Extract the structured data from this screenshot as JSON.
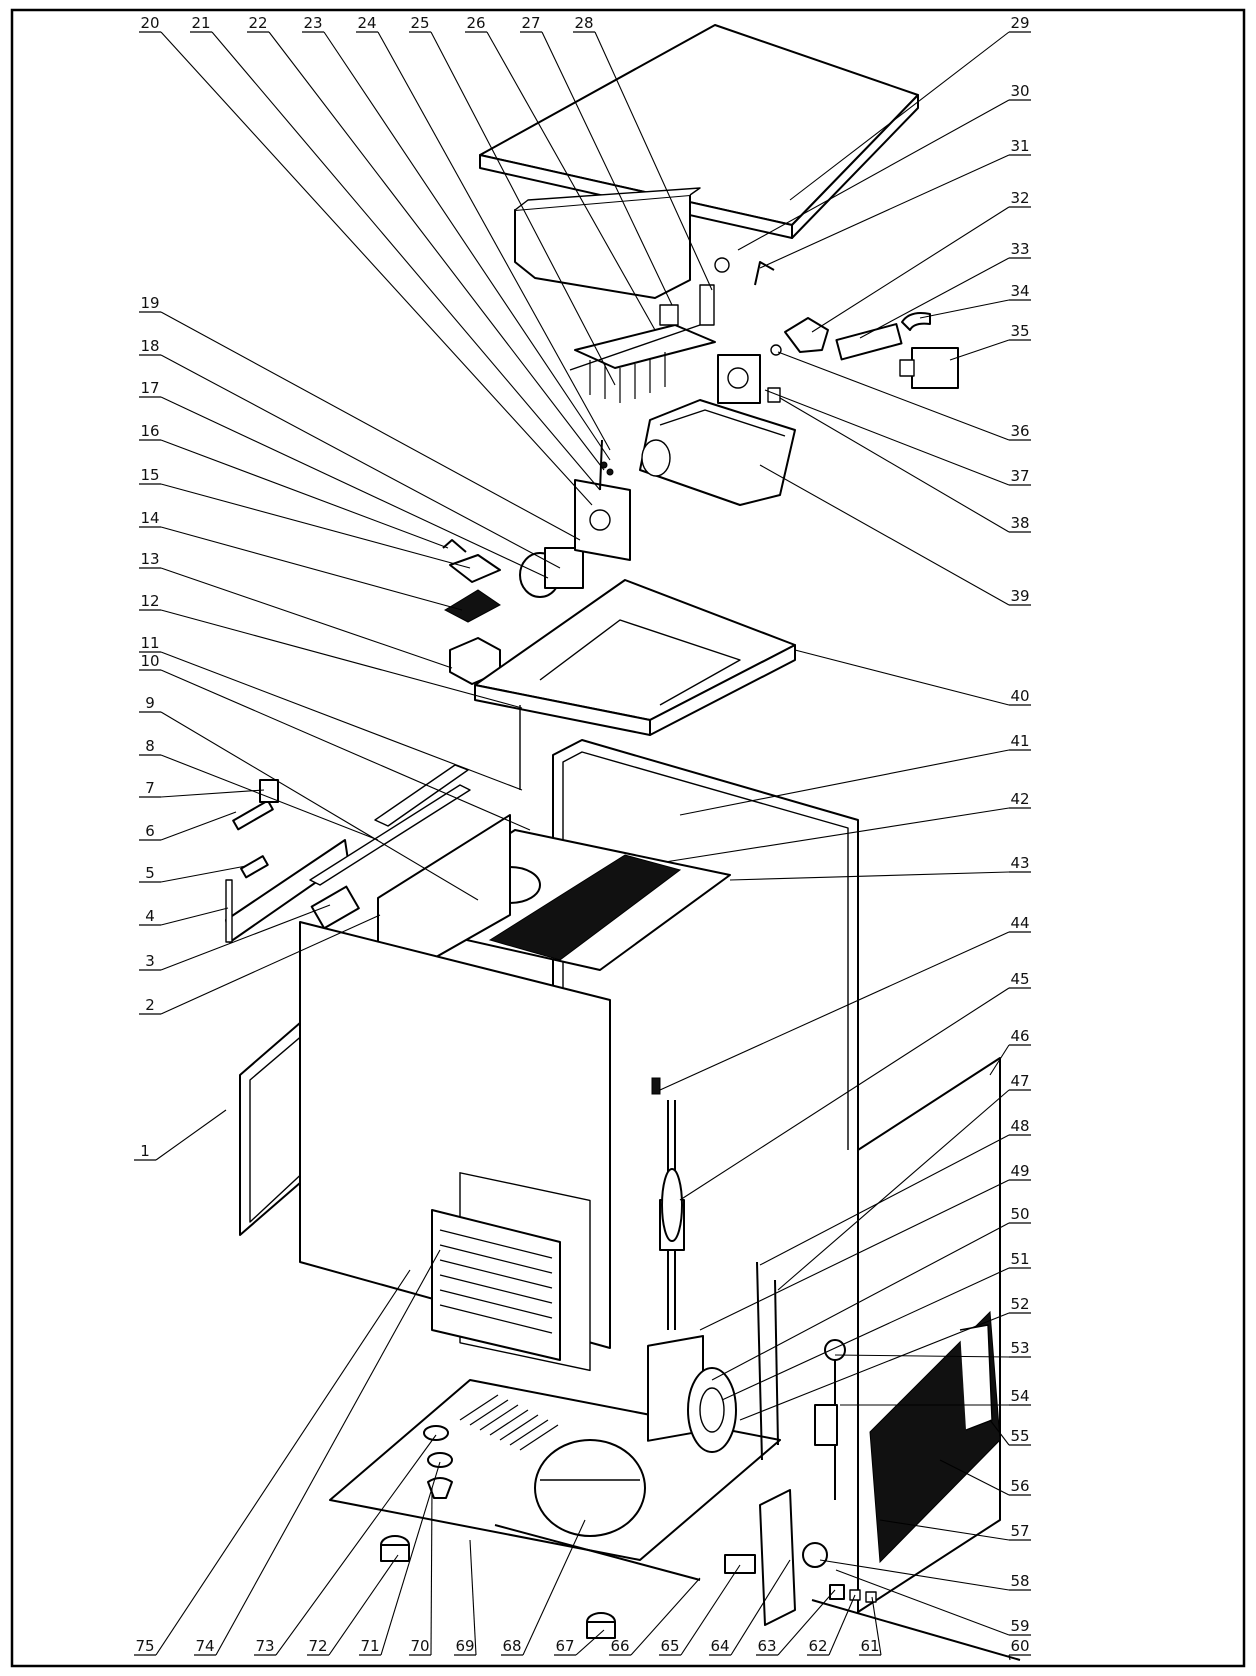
{
  "diagram": {
    "type": "exploded-parts-diagram",
    "callouts": [
      {
        "number": "1"
      },
      {
        "number": "2"
      },
      {
        "number": "3"
      },
      {
        "number": "4"
      },
      {
        "number": "5"
      },
      {
        "number": "6"
      },
      {
        "number": "7"
      },
      {
        "number": "8"
      },
      {
        "number": "9"
      },
      {
        "number": "10"
      },
      {
        "number": "11"
      },
      {
        "number": "12"
      },
      {
        "number": "13"
      },
      {
        "number": "14"
      },
      {
        "number": "15"
      },
      {
        "number": "16"
      },
      {
        "number": "17"
      },
      {
        "number": "18"
      },
      {
        "number": "19"
      },
      {
        "number": "20"
      },
      {
        "number": "21"
      },
      {
        "number": "22"
      },
      {
        "number": "23"
      },
      {
        "number": "24"
      },
      {
        "number": "25"
      },
      {
        "number": "26"
      },
      {
        "number": "27"
      },
      {
        "number": "28"
      },
      {
        "number": "29"
      },
      {
        "number": "30"
      },
      {
        "number": "31"
      },
      {
        "number": "32"
      },
      {
        "number": "33"
      },
      {
        "number": "34"
      },
      {
        "number": "35"
      },
      {
        "number": "36"
      },
      {
        "number": "37"
      },
      {
        "number": "38"
      },
      {
        "number": "39"
      },
      {
        "number": "40"
      },
      {
        "number": "41"
      },
      {
        "number": "42"
      },
      {
        "number": "43"
      },
      {
        "number": "44"
      },
      {
        "number": "45"
      },
      {
        "number": "46"
      },
      {
        "number": "47"
      },
      {
        "number": "48"
      },
      {
        "number": "49"
      },
      {
        "number": "50"
      },
      {
        "number": "51"
      },
      {
        "number": "52"
      },
      {
        "number": "53"
      },
      {
        "number": "54"
      },
      {
        "number": "55"
      },
      {
        "number": "56"
      },
      {
        "number": "57"
      },
      {
        "number": "58"
      },
      {
        "number": "59"
      },
      {
        "number": "60"
      },
      {
        "number": "61"
      },
      {
        "number": "62"
      },
      {
        "number": "63"
      },
      {
        "number": "64"
      },
      {
        "number": "65"
      },
      {
        "number": "66"
      },
      {
        "number": "67"
      },
      {
        "number": "68"
      },
      {
        "number": "69"
      },
      {
        "number": "70"
      },
      {
        "number": "71"
      },
      {
        "number": "72"
      },
      {
        "number": "73"
      },
      {
        "number": "74"
      },
      {
        "number": "75"
      }
    ]
  }
}
